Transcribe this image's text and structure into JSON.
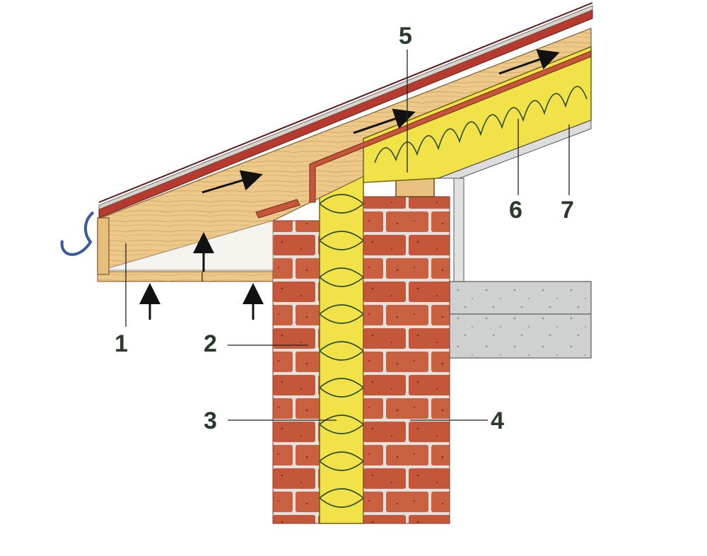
{
  "diagram": {
    "callouts": [
      {
        "id": "1",
        "label": "1"
      },
      {
        "id": "2",
        "label": "2"
      },
      {
        "id": "3",
        "label": "3"
      },
      {
        "id": "4",
        "label": "4"
      },
      {
        "id": "5",
        "label": "5"
      },
      {
        "id": "6",
        "label": "6"
      },
      {
        "id": "7",
        "label": "7"
      }
    ],
    "colors": {
      "brick": "#c4573a",
      "mortar": "#e4e0dc",
      "insulation": "#f1e24a",
      "timber": "#ecc88a",
      "concrete": "#cfd0d0",
      "roof_cover": "#8a2a2a",
      "gutter": "#3a5a9a",
      "airflow_arrow": "#111111"
    }
  }
}
